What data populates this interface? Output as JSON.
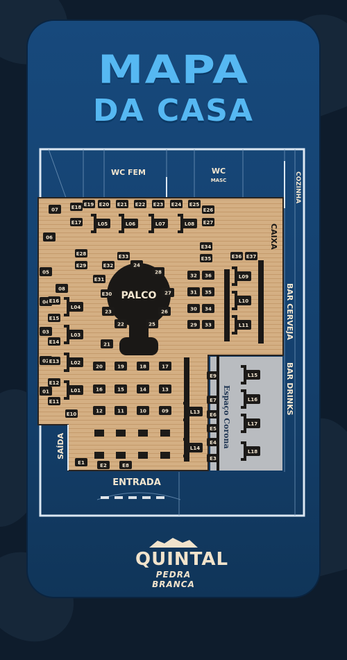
{
  "title_line1": "MAPA",
  "title_line2": "DA CASA",
  "rooms": {
    "wc_fem": "WC FEM",
    "wc_masc_1": "WC",
    "wc_masc_2": "MASC",
    "cozinha": "COZINHA",
    "caixa": "CAIXA",
    "bar_cerveja": "BAR CERVEJA",
    "bar_drinks": "BAR DRINKS",
    "palco": "PALCO",
    "saida": "SAÍDA",
    "entrada": "ENTRADA",
    "espaco_corona": "Espaço Corona"
  },
  "lounges": [
    "L01",
    "L02",
    "L03",
    "L04",
    "L05",
    "L06",
    "L07",
    "L08",
    "L09",
    "L10",
    "L11",
    "L13",
    "L14",
    "L15",
    "L16",
    "L17",
    "L18"
  ],
  "tables": [
    "01",
    "02",
    "03",
    "04",
    "05",
    "06",
    "07",
    "08",
    "09",
    "10",
    "11",
    "12",
    "13",
    "14",
    "15",
    "16",
    "17",
    "18",
    "19",
    "20",
    "21",
    "22",
    "23",
    "24",
    "25",
    "26",
    "27",
    "28",
    "29",
    "30",
    "31",
    "32",
    "33",
    "34",
    "35",
    "36"
  ],
  "e_spots": [
    "E1",
    "E2",
    "E3",
    "E4",
    "E5",
    "E6",
    "E7",
    "E8",
    "E9",
    "E10",
    "E11",
    "E12",
    "E13",
    "E14",
    "E15",
    "E16",
    "E17",
    "E18",
    "E19",
    "E20",
    "E21",
    "E22",
    "E23",
    "E24",
    "E25",
    "E26",
    "E27",
    "E28",
    "E29",
    "E30",
    "E31",
    "E32",
    "E33",
    "E34",
    "E35",
    "E36",
    "E37"
  ],
  "logo": {
    "name": "QUINTAL",
    "sub": "PEDRA BRANCA"
  },
  "colors": {
    "floor": "#d2ad80",
    "card": "#17497c",
    "title": "#56b8f2",
    "lounge": "#1c1a18",
    "corona": "#b9bcc0",
    "label": "#f3e6d0"
  }
}
